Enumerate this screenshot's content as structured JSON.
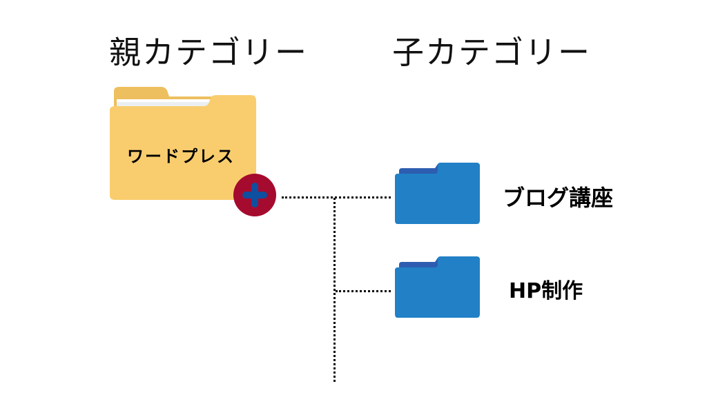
{
  "headings": {
    "parent": "親カテゴリー",
    "child": "子カテゴリー"
  },
  "parent_category": {
    "label": "ワードプレス",
    "icon": "folder-icon",
    "color": "#F9CD6E",
    "badge": {
      "icon": "plus-icon",
      "bg_color": "#A50B2E",
      "cross_color": "#0E4F9F"
    }
  },
  "child_categories": [
    {
      "label": "ブログ講座",
      "icon": "folder-icon",
      "color": "#2180C6"
    },
    {
      "label": "HP制作",
      "icon": "folder-icon",
      "color": "#2180C6"
    }
  ],
  "connector": {
    "style": "dotted",
    "color": "#000000"
  }
}
